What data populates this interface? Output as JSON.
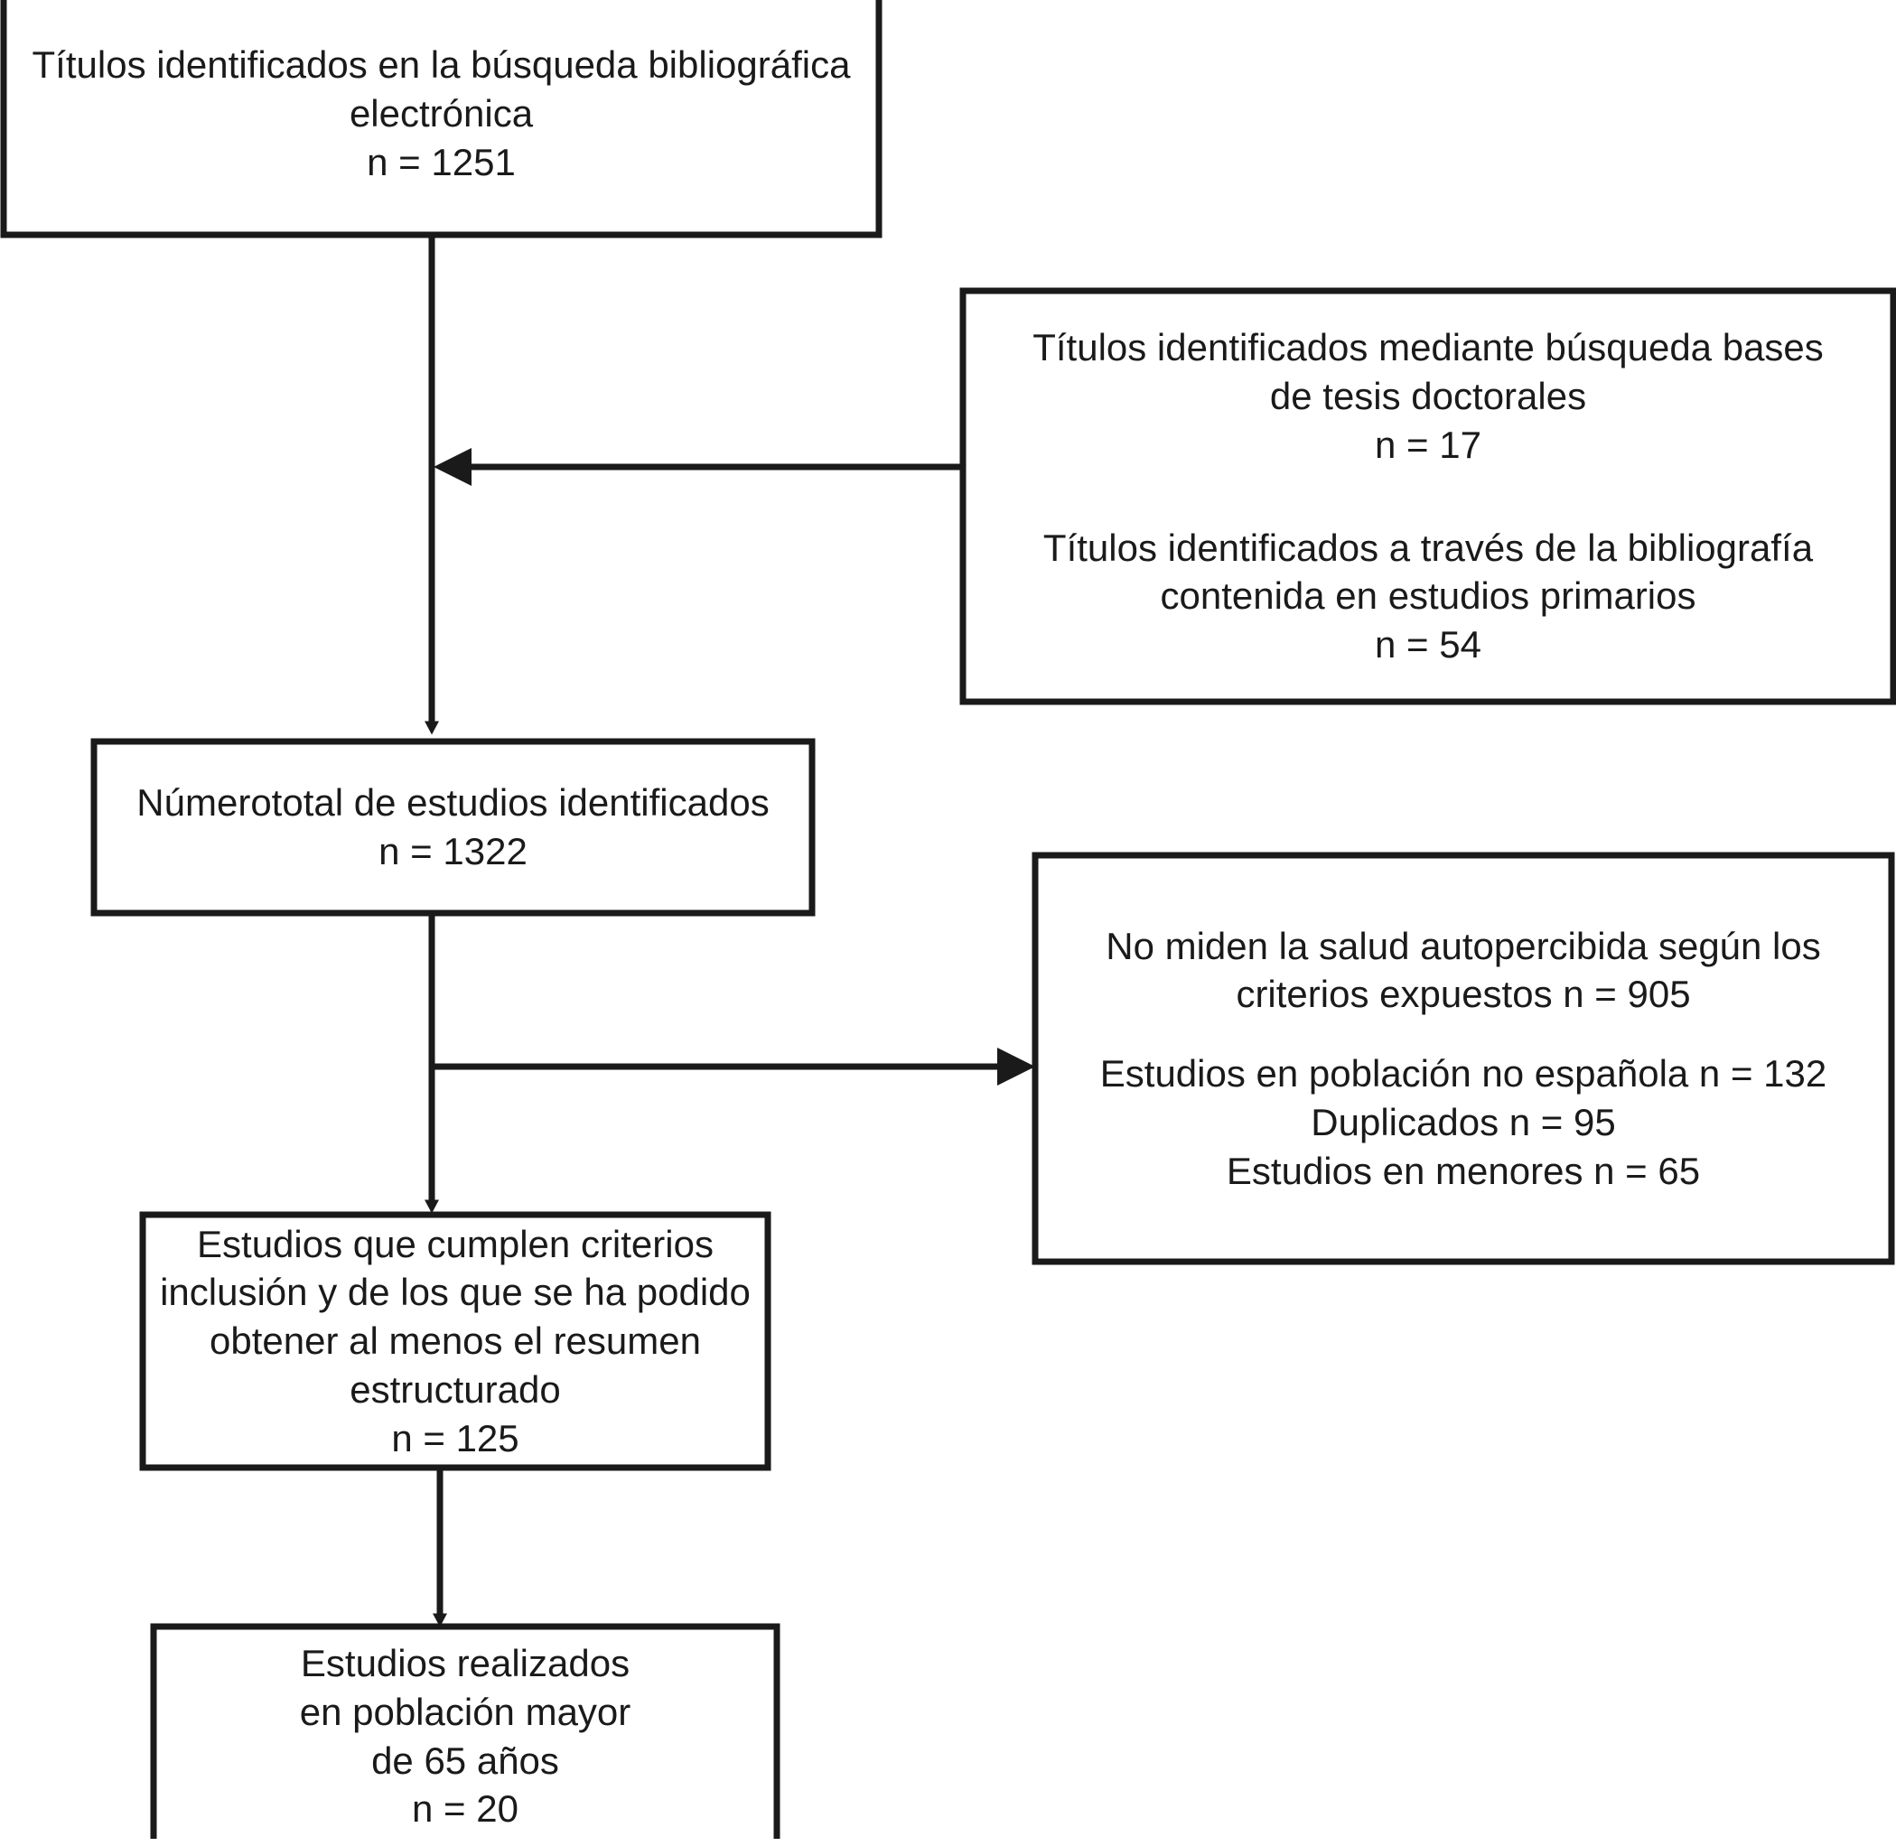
{
  "diagram": {
    "type": "prisma-flow-diagram",
    "language": "es",
    "stroke_color": "#1a1a1a",
    "fill_color": "#ffffff",
    "nodes": [
      {
        "id": "identified-electronic",
        "name": "titulos-busqueda-electronica",
        "lines": [
          "Títulos identificados en la búsqueda bibliográfica",
          "electrónica",
          "n = 1251"
        ],
        "count": 1251
      },
      {
        "id": "identified-other-sources",
        "name": "titulos-otras-fuentes",
        "group_a": [
          "Títulos identificados mediante búsqueda bases",
          "de tesis doctorales",
          "n = 17"
        ],
        "group_b": [
          "Títulos identificados a través de la bibliografía",
          "contenida en estudios primarios",
          "n = 54"
        ],
        "count_a": 17,
        "count_b": 54
      },
      {
        "id": "total-identified",
        "name": "numero-total-identificados",
        "lines": [
          "Númerototal de estudios identificados",
          "n = 1322"
        ],
        "count": 1322
      },
      {
        "id": "excluded",
        "name": "estudios-excluidos",
        "group_a": [
          "No miden la salud autopercibida según los",
          "criterios expuestos n = 905"
        ],
        "group_b": [
          "Estudios en población no española n = 132",
          "Duplicados n = 95",
          "Estudios en menores n = 65"
        ],
        "counts": {
          "no_miden_salud_autopercibida": 905,
          "poblacion_no_espanola": 132,
          "duplicados": 95,
          "estudios_en_menores": 65
        }
      },
      {
        "id": "meet-criteria",
        "name": "estudios-criterios-inclusion",
        "lines": [
          "Estudios que cumplen criterios",
          "inclusión y de los que se ha podido",
          "obtener al menos el resumen",
          "estructurado",
          "n = 125"
        ],
        "count": 125
      },
      {
        "id": "elderly-population",
        "name": "estudios-poblacion-mayor-65",
        "lines": [
          "Estudios realizados",
          "en población mayor",
          "de 65 años",
          "n = 20"
        ],
        "count": 20
      }
    ]
  }
}
